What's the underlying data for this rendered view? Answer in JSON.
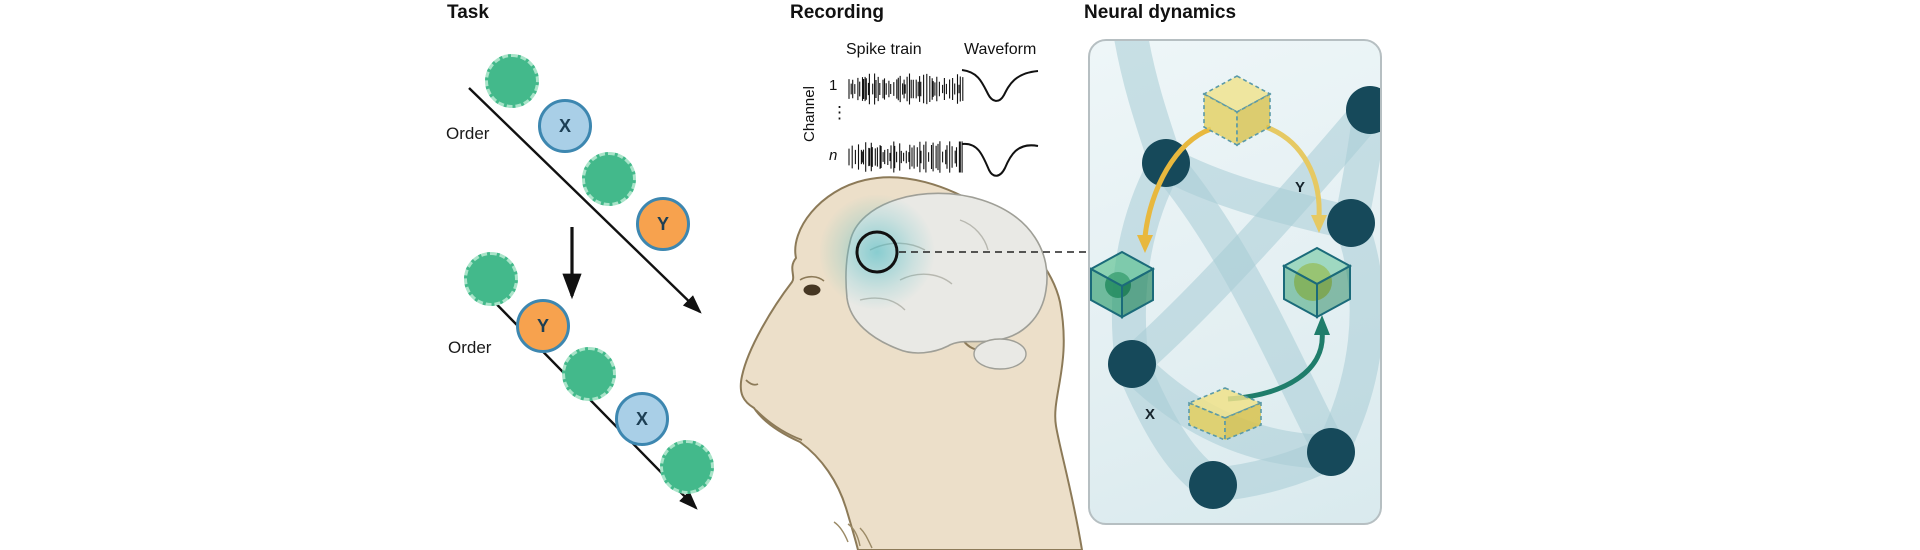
{
  "task": {
    "title": "Task",
    "sequence1": {
      "order_label": "Order"
    },
    "sequence2": {
      "order_label": "Order"
    },
    "item_labels": {
      "x": "X",
      "y": "Y"
    }
  },
  "recording": {
    "title": "Recording",
    "spike_train_label": "Spike train",
    "waveform_label": "Waveform",
    "channel_label": "Channel",
    "channel_first": "1",
    "channel_ellipsis": "⋮",
    "channel_last": "n"
  },
  "neural_dynamics": {
    "title": "Neural dynamics",
    "x_label": "X",
    "y_label": "Y"
  },
  "colors": {
    "distractor_green": "#43b98b",
    "item_x_blue": "#a9cfe7",
    "item_y_orange": "#f7a24e",
    "item_border_teal": "#3d87b0",
    "node_dark_teal": "#16495a",
    "ribbon_teal": "#a7ccd5",
    "cube_yellow": "#e9d76e",
    "cube_green": "#2f9e6e",
    "arrow_yellow": "#e8b83e",
    "arrow_teal": "#1f7d6b",
    "monkey_skin": "#ecdfc9",
    "panel_bg": "#ebf4f6"
  }
}
